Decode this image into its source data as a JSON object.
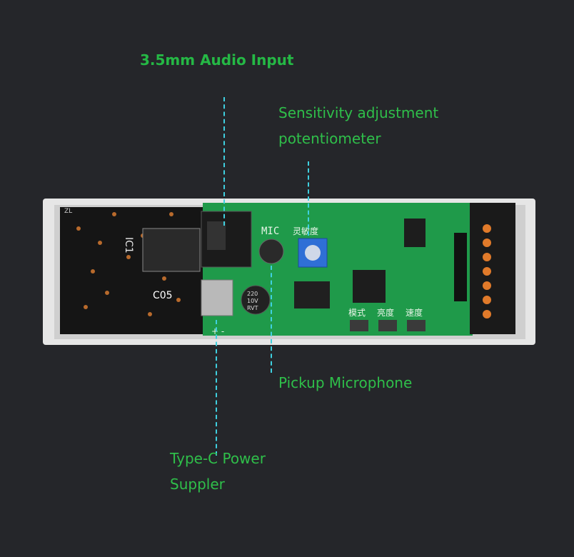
{
  "callouts": {
    "audio_input": "3.5mm Audio Input",
    "sensitivity_line1": "Sensitivity adjustment",
    "sensitivity_line2": "potentiometer",
    "microphone": "Pickup Microphone",
    "power_line1": "Type-C Power",
    "power_line2": "Suppler"
  },
  "board_markings": {
    "ic_label": "IC1",
    "cap_label": "C05",
    "mic_label": "MIC",
    "pot_label": "灵敏度",
    "cap_value_line1": "220",
    "cap_value_line2": "10V",
    "cap_value_line3": "RVT",
    "button_mode": "模式",
    "button_brightness": "亮度",
    "button_speed": "速度",
    "plus_minus": "+ -",
    "corner_mark": "ZL"
  },
  "colors": {
    "background": "#25262a",
    "callout_text": "#2fbf4a",
    "leader_line": "#3fd0e0",
    "pcb_green": "#1f9a4a",
    "pcb_dark": "#141414",
    "case_white": "#e8e8e8"
  }
}
